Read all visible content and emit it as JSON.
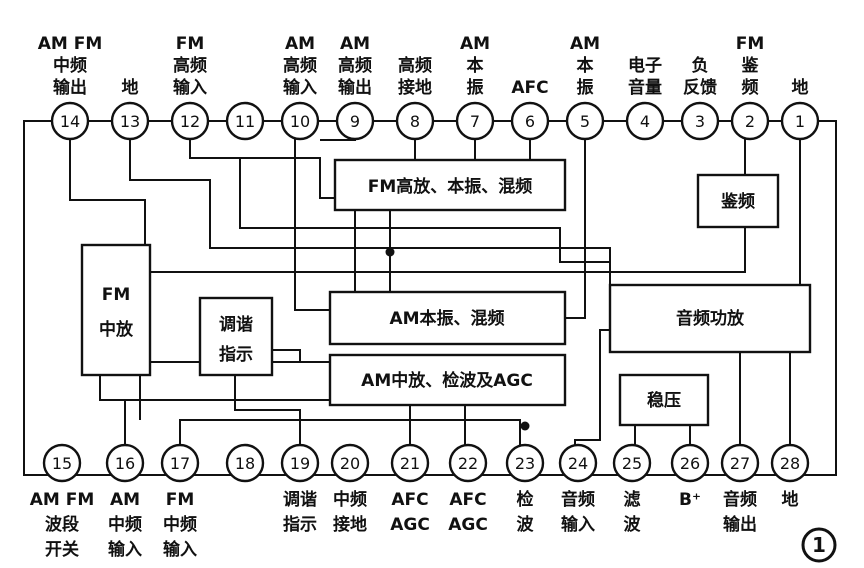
{
  "top_pins": [
    {
      "n": "14",
      "label": [
        "AM FM",
        "中频",
        "输出"
      ]
    },
    {
      "n": "13",
      "label": [
        "地"
      ]
    },
    {
      "n": "12",
      "label": [
        "FM",
        "高频",
        "输入"
      ]
    },
    {
      "n": "11",
      "label": []
    },
    {
      "n": "10",
      "label": [
        "AM",
        "高频",
        "输入"
      ]
    },
    {
      "n": "9",
      "label": [
        "AM",
        "高频",
        "输出"
      ]
    },
    {
      "n": "8",
      "label": [
        "高频",
        "接地"
      ]
    },
    {
      "n": "7",
      "label": [
        "AM",
        "本",
        "振"
      ]
    },
    {
      "n": "6",
      "label": [
        "AFC"
      ]
    },
    {
      "n": "5",
      "label": [
        "AM",
        "本",
        "振"
      ]
    },
    {
      "n": "4",
      "label": [
        "电子",
        "音量"
      ]
    },
    {
      "n": "3",
      "label": [
        "负",
        "反馈"
      ]
    },
    {
      "n": "2",
      "label": [
        "FM",
        "鉴",
        "频"
      ]
    },
    {
      "n": "1",
      "label": [
        "地"
      ]
    }
  ],
  "bottom_pins": [
    {
      "n": "15",
      "label": [
        "AM FM",
        "波段",
        "开关"
      ]
    },
    {
      "n": "16",
      "label": [
        "AM",
        "中频",
        "输入"
      ]
    },
    {
      "n": "17",
      "label": [
        "FM",
        "中频",
        "输入"
      ]
    },
    {
      "n": "18",
      "label": []
    },
    {
      "n": "19",
      "label": [
        "调谐",
        "指示"
      ]
    },
    {
      "n": "20",
      "label": [
        "中频",
        "接地"
      ]
    },
    {
      "n": "21",
      "label": [
        "AFC",
        "AGC"
      ]
    },
    {
      "n": "22",
      "label": [
        "AFC",
        "AGC"
      ]
    },
    {
      "n": "23",
      "label": [
        "检",
        "波"
      ]
    },
    {
      "n": "24",
      "label": [
        "音频",
        "输入"
      ]
    },
    {
      "n": "25",
      "label": [
        "滤",
        "波"
      ]
    },
    {
      "n": "26",
      "label": [
        "B⁺"
      ]
    },
    {
      "n": "27",
      "label": [
        "音频",
        "输出"
      ]
    },
    {
      "n": "28",
      "label": [
        "地"
      ]
    }
  ],
  "blocks": {
    "fm_rf": "FM高放、本振、混频",
    "discriminator": "鉴频",
    "fm_if": [
      "FM",
      "中放"
    ],
    "tuning_indicator": [
      "调谐",
      "指示"
    ],
    "am_osc_mix": "AM本振、混频",
    "am_if": "AM中放、检波及AGC",
    "audio_amp": "音频功放",
    "regulator": "稳压"
  },
  "page_mark": "1"
}
